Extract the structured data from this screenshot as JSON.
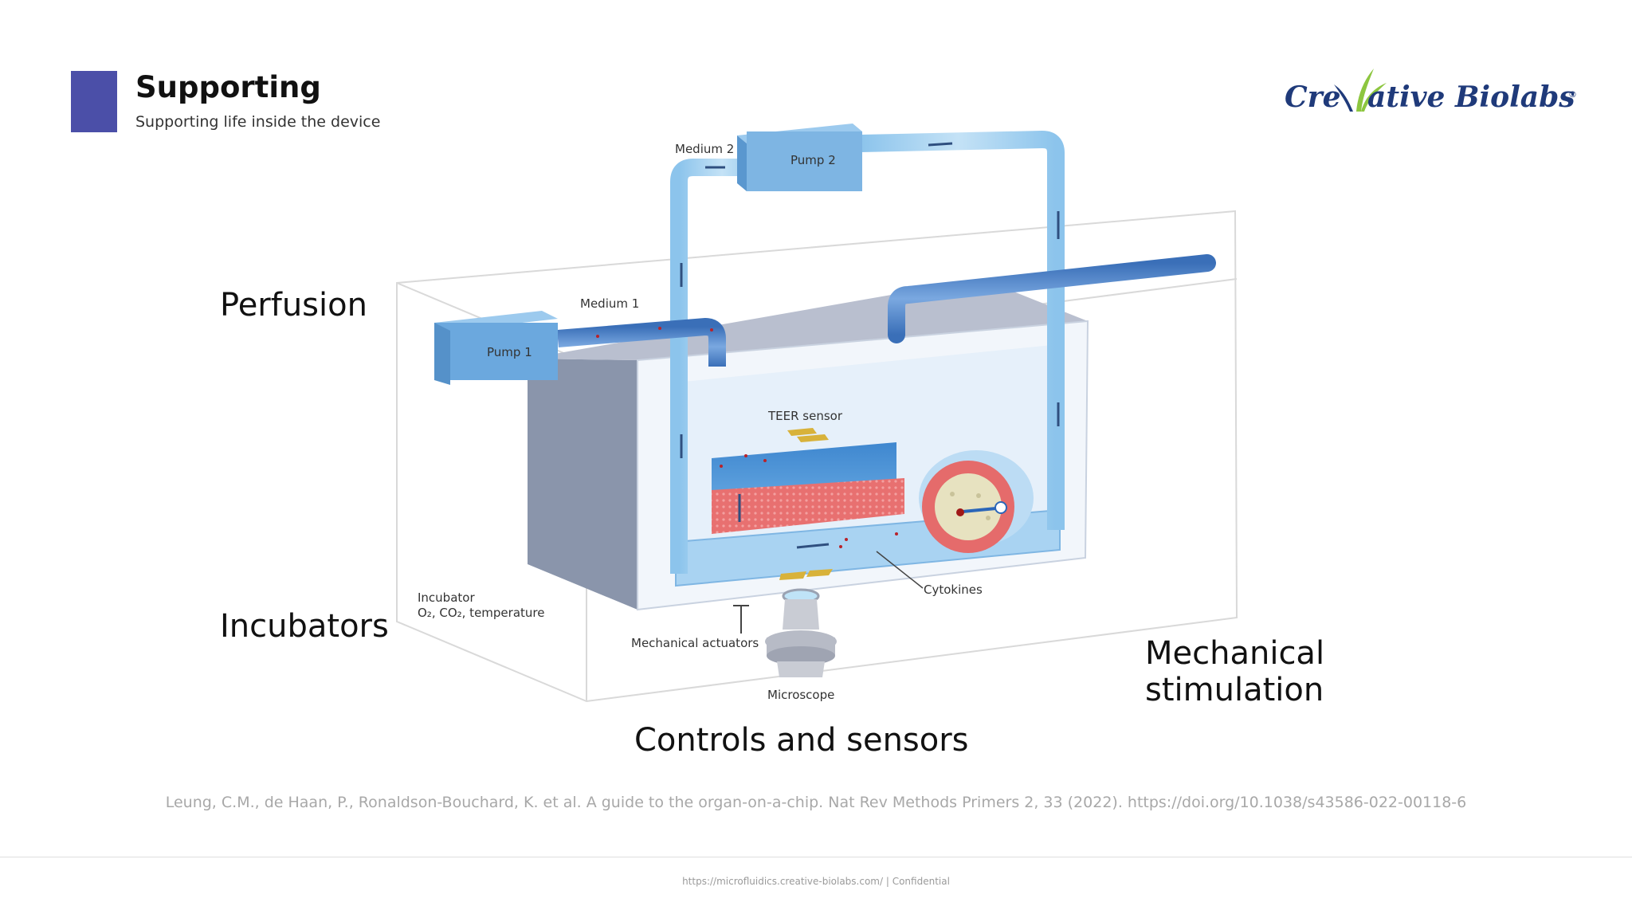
{
  "header": {
    "title": "Supporting",
    "subtitle": "Supporting life inside the device"
  },
  "logo": {
    "text_left": "Cre",
    "text_right": "ative Biolabs",
    "registered": "®"
  },
  "callouts": {
    "perfusion": "Perfusion",
    "incubators": "Incubators",
    "mechanical_line1": "Mechanical",
    "mechanical_line2": "stimulation",
    "controls": "Controls and sensors"
  },
  "diagram": {
    "medium2": "Medium 2",
    "pump2": "Pump 2",
    "medium1": "Medium 1",
    "pump1": "Pump 1",
    "teer_sensor": "TEER sensor",
    "incubator_line1": "Incubator",
    "incubator_line2": "O₂, CO₂, temperature",
    "mechanical_actuators": "Mechanical actuators",
    "microscope": "Microscope",
    "cytokines": "Cytokines"
  },
  "citation": "Leung, C.M., de Haan, P., Ronaldson-Bouchard, K. et al. A guide to the organ-on-a-chip. Nat Rev Methods Primers 2, 33 (2022). https://doi.org/10.1038/s43586-022-00118-6",
  "footer": {
    "url": "https://microfluidics.creative-biolabs.com/",
    "confidential": " | Confidential"
  },
  "colors": {
    "accent": "#4b4fa8",
    "logo_blue": "#1f3a7a",
    "logo_green": "#8dc63f",
    "tube_light": "#a8d4f0",
    "tube_dark": "#5b8fd0",
    "medium_blue": "#4a90d0",
    "tissue_red": "#e76a6a"
  }
}
